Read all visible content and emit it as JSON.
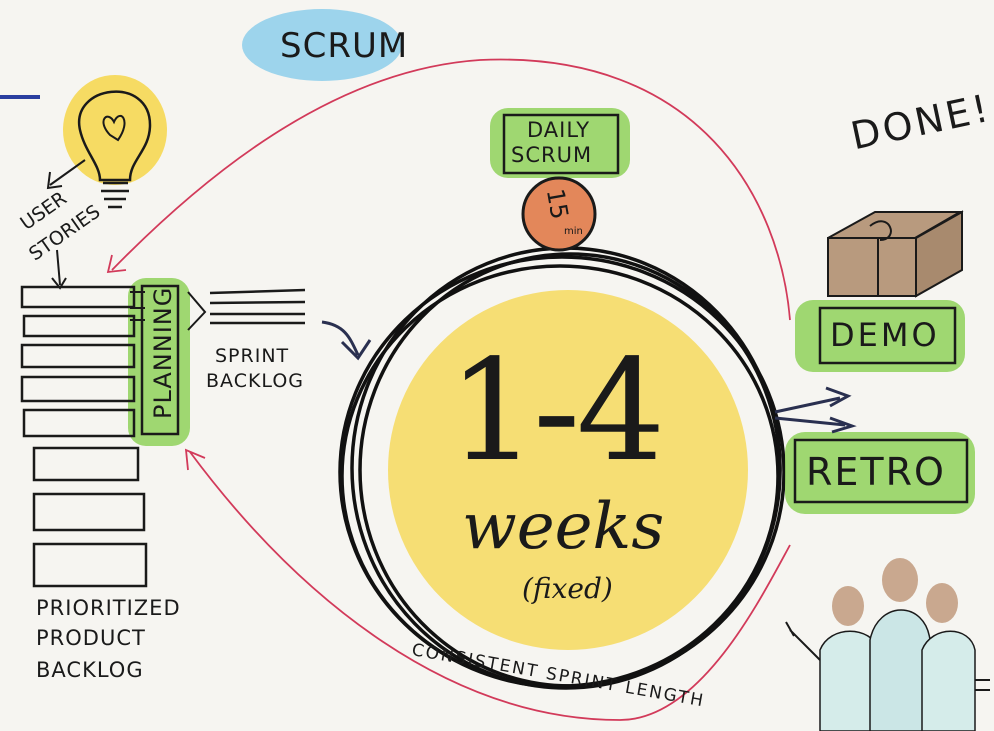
{
  "title": "SCRUM",
  "idea": {
    "label_line1": "USER",
    "label_line2": "STORIES"
  },
  "planning": {
    "label": "PLANNING"
  },
  "sprint_backlog": {
    "line1": "SPRINT",
    "line2": "BACKLOG"
  },
  "product_backlog": {
    "line1": "PRIORITIZED",
    "line2": "PRODUCT",
    "line3": "BACKLOG"
  },
  "daily_scrum": {
    "line1": "DAILY",
    "line2": "SCRUM",
    "timebox_value": "15",
    "timebox_unit": "min"
  },
  "sprint": {
    "duration": "1-4",
    "unit": "weeks",
    "note": "(fixed)",
    "caption": "CONSISTENT SPRINT LENGTH"
  },
  "done": {
    "label": "DONE!"
  },
  "demo": {
    "label": "DEMO"
  },
  "retro": {
    "label": "RETRO"
  },
  "colors": {
    "yellow": "#f6d64a",
    "green": "#8fd15a",
    "blue": "#7fc8ea",
    "orange": "#e3875a",
    "red_arrow": "#d23a5a",
    "box_brown": "#b89a7e",
    "people": "#c9a88f"
  }
}
